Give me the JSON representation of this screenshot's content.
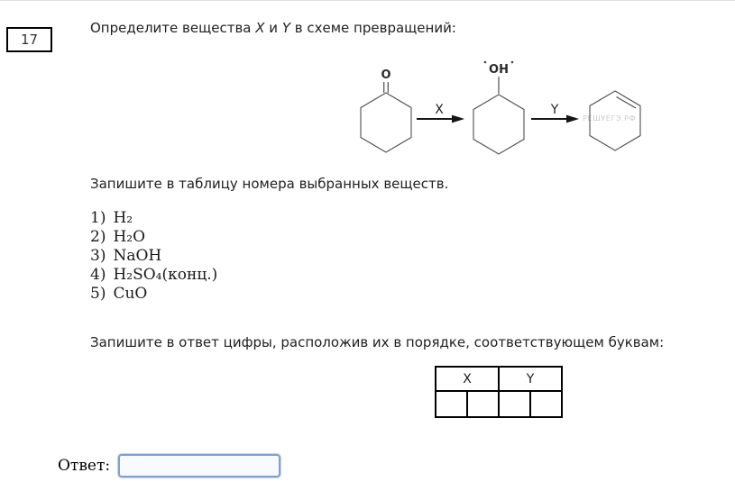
{
  "page": {
    "question_number": "17",
    "question": {
      "part1": "Определите вещества ",
      "x": "X",
      "conj": " и ",
      "y": "Y",
      "part2": " в схеме превращений:"
    },
    "scheme": {
      "mol1_atom": "O",
      "mol2_atom": "OH",
      "arrow1_label": "X",
      "arrow2_label": "Y",
      "watermark": "РЕШУЕГЭ.РФ",
      "molecules": [
        "cyclohexanone",
        "cyclohexanol",
        "cyclohexene"
      ]
    },
    "instruction_table": "Запишите в таблицу номера выбранных веществ.",
    "substances": [
      {
        "num": "1)",
        "formula": "H₂"
      },
      {
        "num": "2)",
        "formula": "H₂O"
      },
      {
        "num": "3)",
        "formula": "NaOH"
      },
      {
        "num": "4)",
        "formula": "H₂SO₄(конц.)"
      },
      {
        "num": "5)",
        "formula": "CuO"
      }
    ],
    "instruction_answer": "Запишите в ответ цифры, расположив их в порядке, соответствующем буквам:",
    "answer_table": {
      "col1_header": "X",
      "col2_header": "Y",
      "cells": [
        "",
        "",
        "",
        ""
      ]
    },
    "answer_label": "Ответ:",
    "answer_value": ""
  },
  "colors": {
    "input_border": "#7e9fd8",
    "table_border": "#000000",
    "structure_stroke": "#4f4f4f",
    "watermark": "#c9c9c9",
    "text": "#212121"
  }
}
